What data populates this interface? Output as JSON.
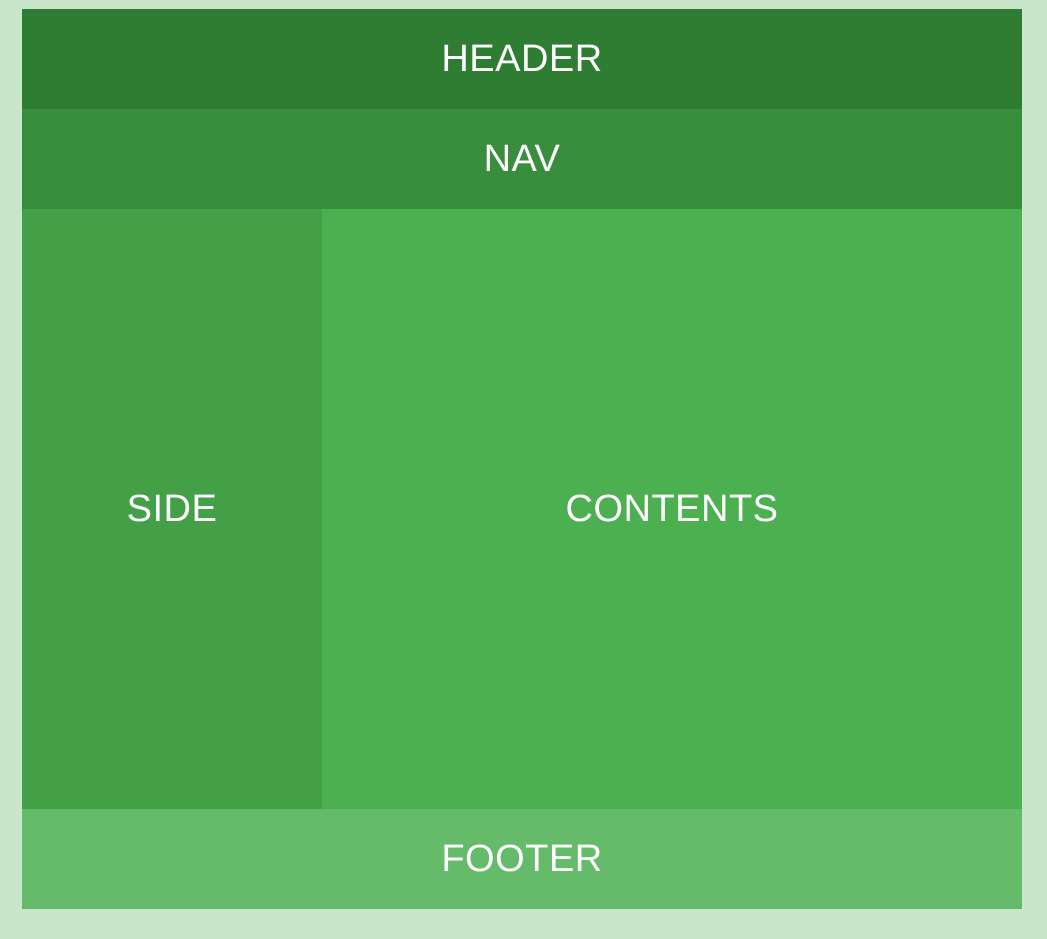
{
  "layout": {
    "header": {
      "label": "HEADER",
      "color": "#2e7d32"
    },
    "nav": {
      "label": "NAV",
      "color": "#388e3c"
    },
    "side": {
      "label": "SIDE",
      "color": "#43a047"
    },
    "contents": {
      "label": "CONTENTS",
      "color": "#4caf50"
    },
    "footer": {
      "label": "FOOTER",
      "color": "#66bb6a"
    }
  },
  "page": {
    "background": "#c8e6c9"
  }
}
